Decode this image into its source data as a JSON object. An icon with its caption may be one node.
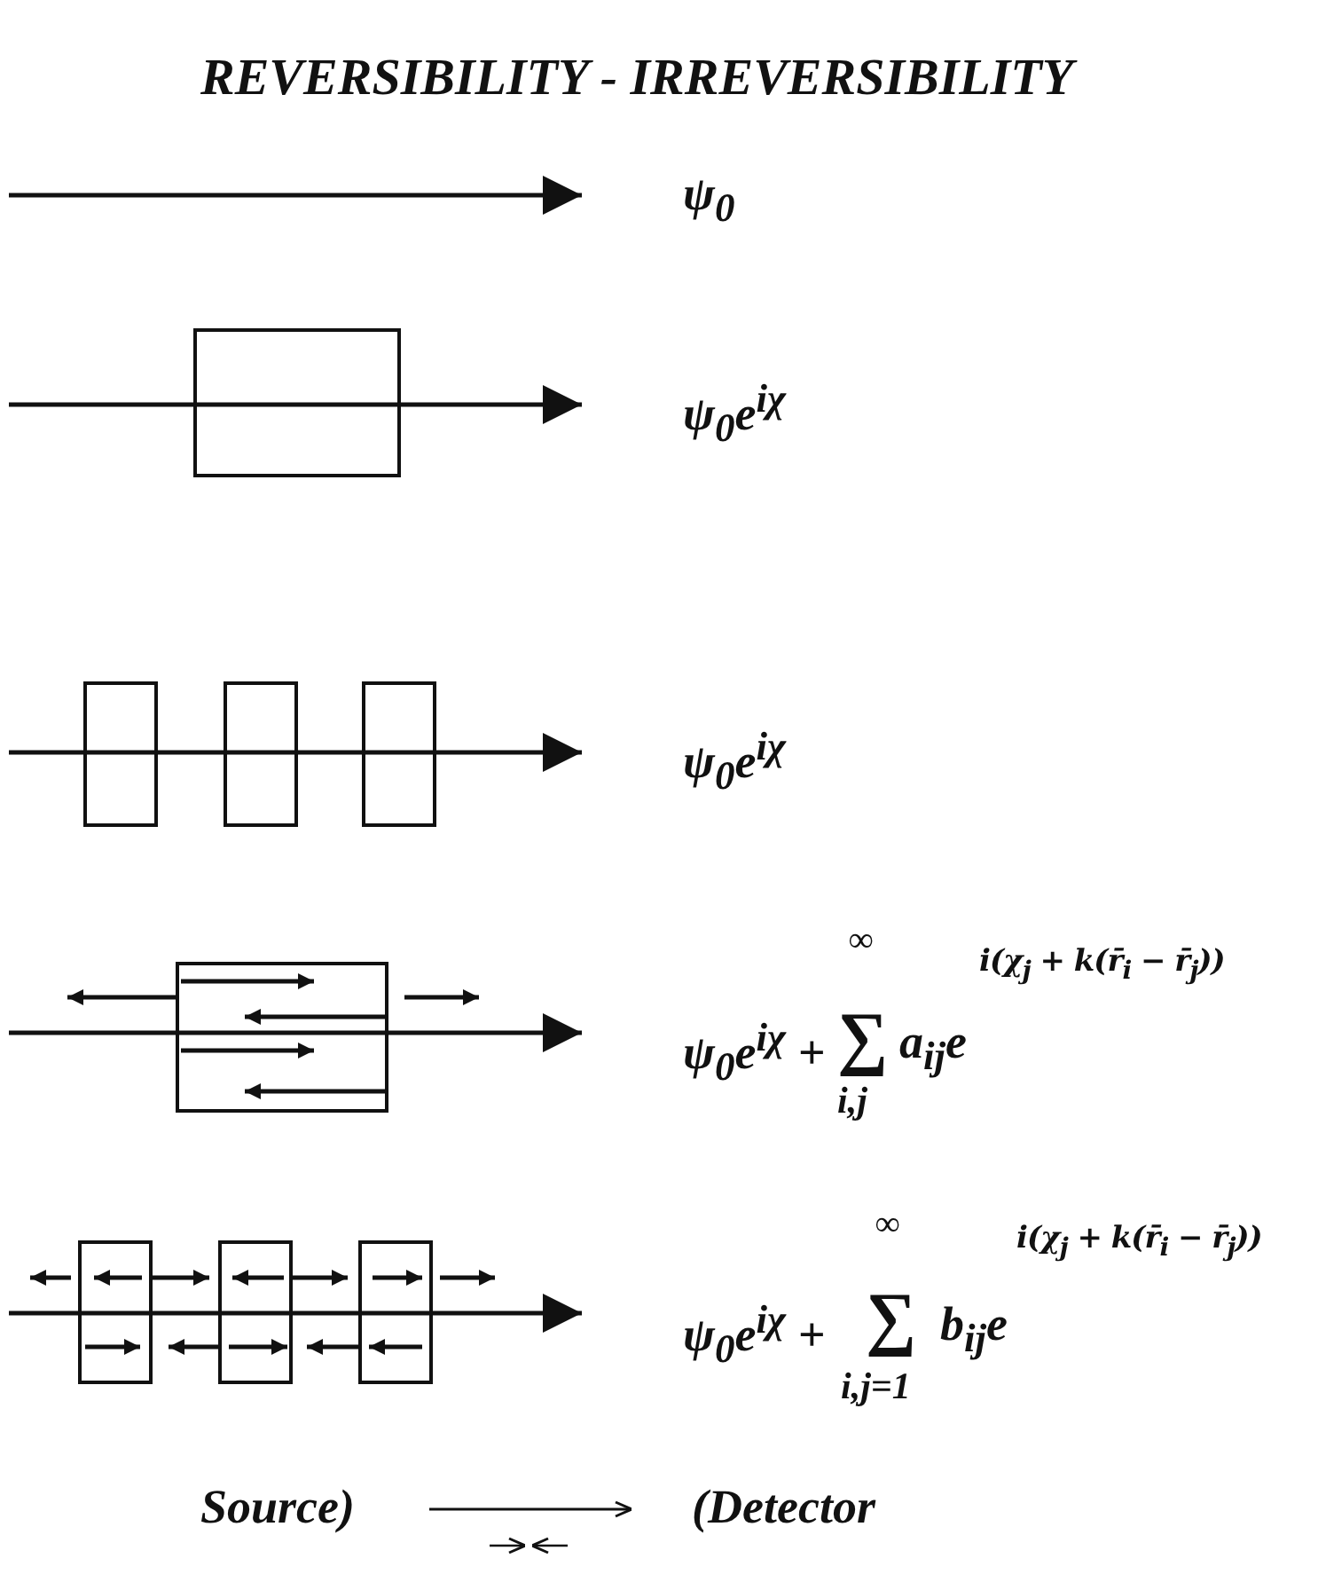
{
  "diagram": {
    "title": "REVERSIBILITY - IRREVERSIBILITY",
    "nodes": [
      {
        "text": [
          "Source)"
        ]
      },
      {
        "text": [
          "(Detector"
        ]
      }
    ],
    "edges": [
      {
        "from": 0,
        "to": 1,
        "arrow": "to"
      }
    ],
    "labels": [
      "ψ$_{0}$",
      "ψ$_{0}$e$^{iχ}$",
      "ψ$_{0}$e$^{iχ}$",
      "∞",
      "i(χ$_{j}$ + k(r̄$_{i}$ − r̄$_{j}$))",
      "ψ$_{0}$e$^{iχ}$ +",
      "∑",
      "a$_{ij}$e",
      "i,j",
      "∞",
      "i(χ$_{j}$ + k(r̄$_{i}$ − r̄$_{j}$))",
      "ψ$_{0}$e$^{iχ}$ +",
      "∑",
      "b$_{ij}$e",
      "i,j=1"
    ]
  }
}
